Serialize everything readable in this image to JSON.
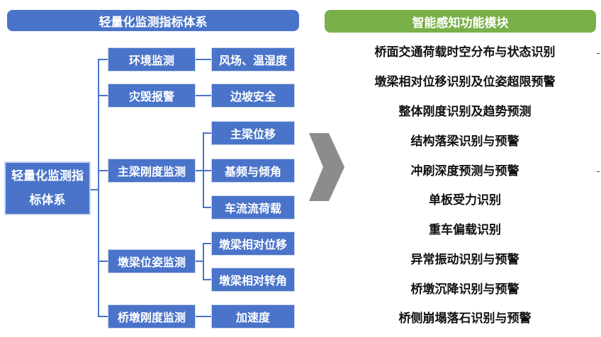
{
  "left_panel": {
    "title": "轻量化监测指标体系",
    "root": "轻量化监测指标体系",
    "categories": [
      {
        "label": "环境监测",
        "leaves": [
          "风场、温湿度"
        ]
      },
      {
        "label": "灾毁报警",
        "leaves": [
          "边坡安全"
        ]
      },
      {
        "label": "主梁刚度监测",
        "leaves": [
          "主梁位移",
          "基频与倾角",
          "车流流荷载"
        ]
      },
      {
        "label": "墩梁位姿监测",
        "leaves": [
          "墩梁相对位移",
          "墩梁相对转角"
        ]
      },
      {
        "label": "桥墩刚度监测",
        "leaves": [
          "加速度"
        ]
      }
    ]
  },
  "right_panel": {
    "title": "智能感知功能模块",
    "items": [
      "桥面交通荷载时空分布与状态识别",
      "墩梁相对位移识别及位姿超限预警",
      "整体刚度识别及趋势预测",
      "结构落梁识别与预警",
      "冲刷深度预测与预警",
      "单板受力识别",
      "重车偏载识别",
      "异常振动识别与预警",
      "桥墩沉降识别与预警",
      "桥侧崩塌落石识别与预警"
    ]
  },
  "colors": {
    "blue": "#4a74c9",
    "green": "#7ab04a",
    "arrow": "#8c8c8c"
  }
}
